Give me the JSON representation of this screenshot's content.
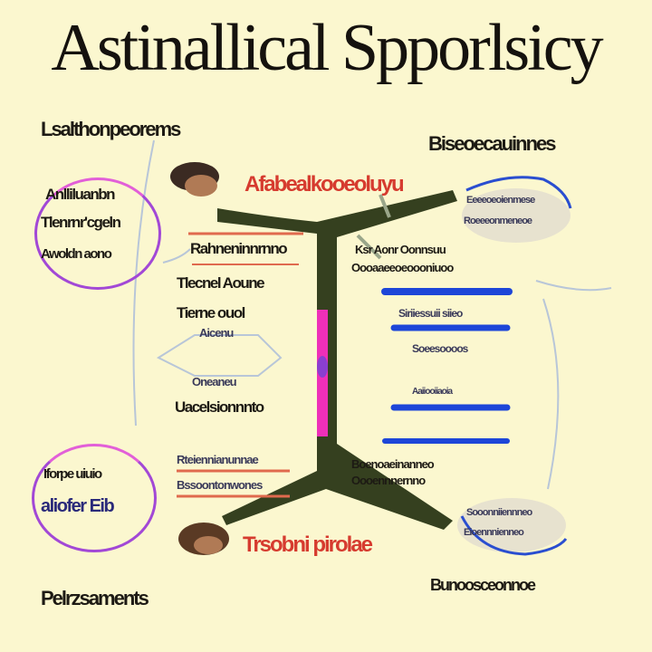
{
  "title": "Astinallical Spporlsicy",
  "corners": {
    "top_left": "Lsalthonpeorems",
    "top_right": "Biseoecauinnes",
    "bottom_left": "Pelrzsaments",
    "bottom_right": "Bunoosceonnoe"
  },
  "top_branch": "Afabealkooeoluyu",
  "bottom_branch": "Trsobni pirolae",
  "left_top_circle": [
    "Anlliluanbn",
    "Tlenrnr'cgeln",
    "Awoldn aono"
  ],
  "left_bottom_circle": [
    "Iforpe uiuio",
    "aliofer Eib"
  ],
  "left_middle": [
    "Rahneninnrnno",
    "Tlecnel Aoune",
    "Tierne ouol",
    "Aicenu",
    "Oneaneu",
    "Uacelsionnnto"
  ],
  "left_lower": [
    "Rteiennianunnae",
    "Bssoontonwones"
  ],
  "right_top_oval": [
    "Eeeeoeoienmese",
    "Roeeeonmeneoe"
  ],
  "right_middle": [
    "Ksr Aonr Oonnsuu",
    "Oooaaeeoeoooniuoo",
    "Siriiessuii siieo",
    "Soeesoooos",
    "Aaiiooiiaoia"
  ],
  "right_lower": [
    "Boenoaeinanneo",
    "Oooennnernno"
  ],
  "right_bottom_oval": [
    "Sooonniiennneo",
    "Eioennnienneo"
  ],
  "colors": {
    "background": "#fbf7cf",
    "trunk": "#35401f",
    "accent_pink": "#ee2fb8",
    "accent_blue": "#1d46d8",
    "red": "#d63b2f",
    "purple": "#9a4fd0"
  }
}
